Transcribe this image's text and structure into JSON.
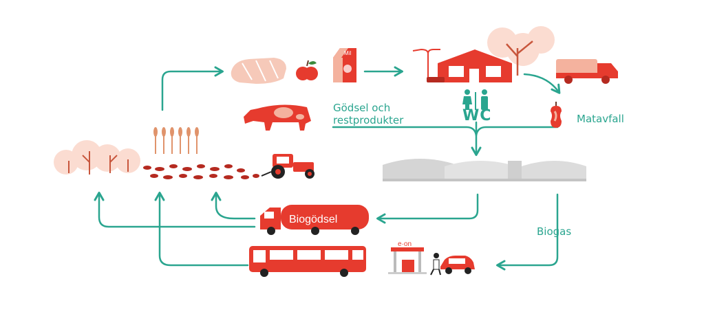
{
  "colors": {
    "teal": "#2aa58f",
    "red": "#e63b2e",
    "dark_red": "#b52a20",
    "peach": "#f4b29e",
    "grey": "#dcdcdc"
  },
  "labels": {
    "manure_and_residues_line1": "Gödsel och",
    "manure_and_residues_line2": "restprodukter",
    "wc": "WC",
    "food_waste": "Matavfall",
    "biogas": "Biogas",
    "truck_text": "Biogödsel",
    "milk_carton_text": "Mil",
    "station_brand": "e·on"
  },
  "icons": [
    "bread-icon",
    "apple-icon",
    "milk-carton-icon",
    "house-icon",
    "street-lamp-icon",
    "tree-icon",
    "garbage-truck-icon",
    "apple-core-icon",
    "toilet-icon",
    "cow-icon",
    "wheat-icon",
    "trees-icon",
    "soil-icon",
    "tractor-icon",
    "biogas-plant-icon",
    "tanker-truck-icon",
    "bus-icon",
    "fuel-station-icon",
    "car-icon"
  ]
}
